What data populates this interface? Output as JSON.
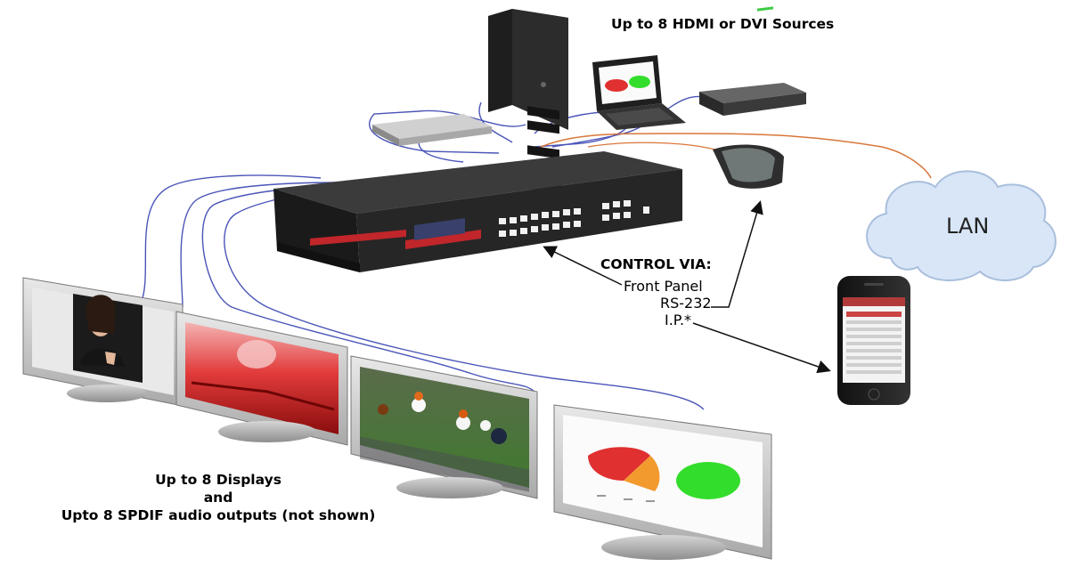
{
  "labels": {
    "sources": "Up to 8 HDMI or DVI Sources",
    "control_title": "CONTROL VIA:",
    "control_items": [
      "Front Panel",
      "RS-232",
      "I.P.*"
    ],
    "lan": "LAN",
    "displays_line1": "Up to 8 Displays",
    "displays_line2": "and",
    "displays_line3": "Upto 8 SPDIF audio outputs (not shown)"
  },
  "colors": {
    "hdmi_cable": "#4a55b8",
    "lan_cable": "#d9763a",
    "switcher_body": "#2b2b2b",
    "cloud_fill": "#d8e6f7",
    "cloud_stroke": "#a9bfdc",
    "pie_green": "#33dd2b",
    "pie_red": "#e03030"
  }
}
